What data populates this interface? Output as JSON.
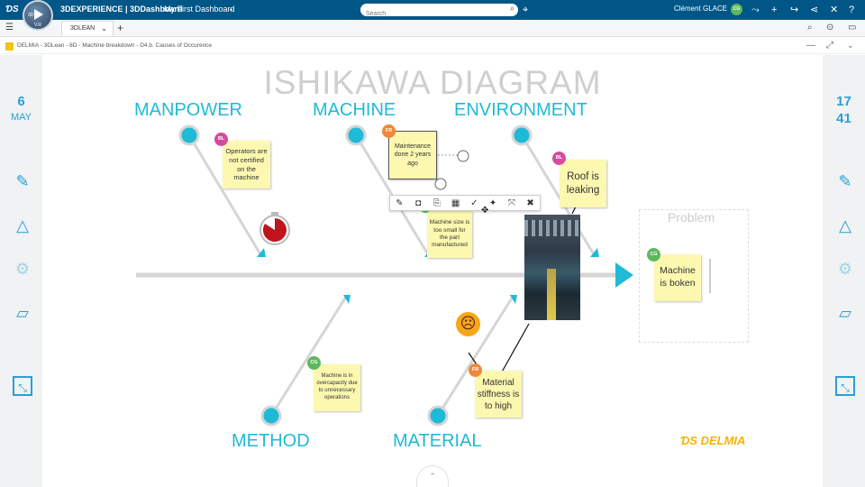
{
  "topbar": {
    "brand": "3DEXPERIENCE | 3DDashboard",
    "dashboard": "My First Dashboard",
    "search_placeholder": "Search",
    "user": "Clément GLACE",
    "user_initials": "CG",
    "compass_version": "V.R",
    "compass_label": "3D"
  },
  "tabs": {
    "active": "3DLEAN"
  },
  "widget": {
    "title": "DELMIA - 3DLean - 8D - Machine breakdown - D4.b. Causes of Occurence"
  },
  "left_date": {
    "day": "6",
    "month": "MAY"
  },
  "right_time": {
    "hour": "17",
    "minute": "41"
  },
  "diagram": {
    "title": "ISHIKAWA DIAGRAM",
    "categories": {
      "manpower": "MANPOWER",
      "machine": "MACHINE",
      "environment": "ENVIRONMENT",
      "method": "METHOD",
      "material": "MATERIAL"
    },
    "problem_label": "Problem",
    "brand": "DELMIA",
    "notes": {
      "operators": "Operators are not certified on the machine",
      "maintenance": "Maintenance done 2 years ago",
      "machine_size": "Machine size is too small for the part manufactured",
      "roof": "Roof is leaking",
      "machine_broken": "Machine is boken",
      "overcapacity": "Machine is in overcapacity due to unnecessary operations",
      "material": "Material stiffness is to high"
    },
    "badges": {
      "bl": "BL",
      "fr": "FR",
      "cg": "CG"
    }
  },
  "colors": {
    "header": "#005686",
    "accent": "#1fbad6",
    "sticky": "#fcf8b0"
  }
}
